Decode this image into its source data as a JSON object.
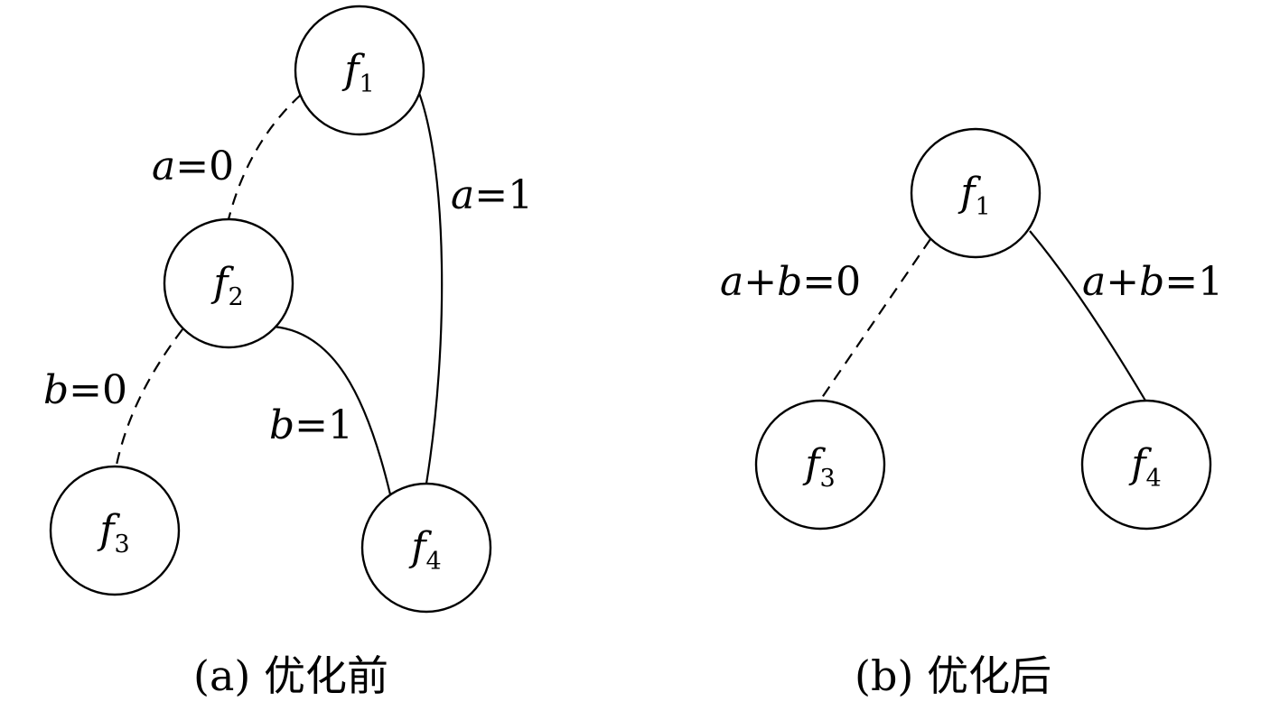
{
  "panels": [
    {
      "caption": "(a) 优化前",
      "nodes": [
        {
          "id": "f1",
          "symbol": "f",
          "subscript": "1"
        },
        {
          "id": "f2",
          "symbol": "f",
          "subscript": "2"
        },
        {
          "id": "f3",
          "symbol": "f",
          "subscript": "3"
        },
        {
          "id": "f4",
          "symbol": "f",
          "subscript": "4"
        }
      ],
      "edges": [
        {
          "from": "f1",
          "to": "f2",
          "style": "dashed",
          "var": "a",
          "value": "0"
        },
        {
          "from": "f1",
          "to": "f4",
          "style": "solid",
          "var": "a",
          "value": "1"
        },
        {
          "from": "f2",
          "to": "f3",
          "style": "dashed",
          "var": "b",
          "value": "0"
        },
        {
          "from": "f2",
          "to": "f4",
          "style": "solid",
          "var": "b",
          "value": "1"
        }
      ]
    },
    {
      "caption": "(b) 优化后",
      "nodes": [
        {
          "id": "f1",
          "symbol": "f",
          "subscript": "1"
        },
        {
          "id": "f3",
          "symbol": "f",
          "subscript": "3"
        },
        {
          "id": "f4",
          "symbol": "f",
          "subscript": "4"
        }
      ],
      "edges": [
        {
          "from": "f1",
          "to": "f3",
          "style": "dashed",
          "var_left": "a",
          "op": "+",
          "var_right": "b",
          "value": "0"
        },
        {
          "from": "f1",
          "to": "f4",
          "style": "solid",
          "var_left": "a",
          "op": "+",
          "var_right": "b",
          "value": "1"
        }
      ]
    }
  ]
}
